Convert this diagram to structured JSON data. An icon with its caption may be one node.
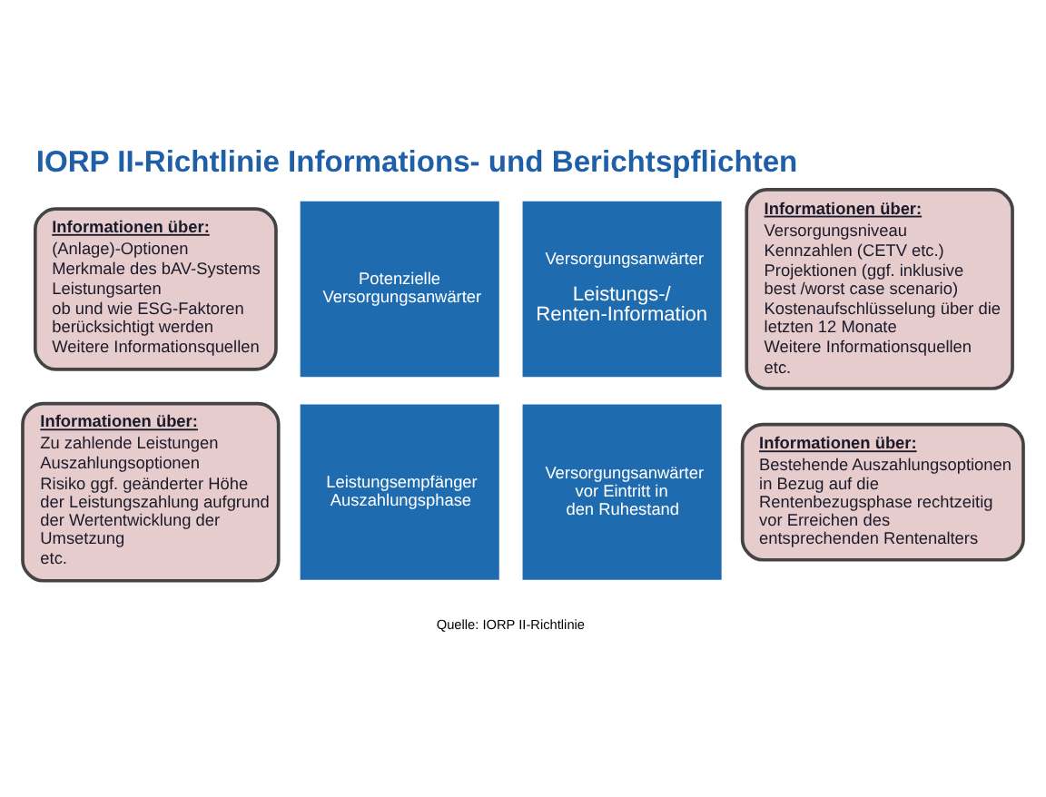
{
  "diagram": {
    "title": "IORP II-Richtlinie Informations- und Berichtspflichten",
    "caption": "Quelle: IORP II-Richtlinie",
    "nodes": [
      {
        "text": [
          "Informationen über:",
          "(Anlage)-Optionen",
          "Merkmale des bAV-Systems",
          "Leistungsarten",
          "ob und wie ESG-Faktoren berücksichtigt werden",
          "Weitere Informationsquellen"
        ]
      },
      {
        "text": [
          "Informationen über:",
          "Versorgungsniveau",
          "Kennzahlen (CETV etc.)",
          "Projektionen (ggf. inklusive best /worst case scenario)",
          "Kostenaufschlüsselung über die letzten 12 Monate",
          "Weitere Informationsquellen",
          "etc."
        ]
      },
      {
        "text": [
          "Potenzielle Versorgungsanwärter"
        ]
      },
      {
        "text": [
          "Versorgungsanwärter",
          "Leistungs-/ Renten-Information"
        ]
      },
      {
        "text": [
          "Leistungsempfänger Auszahlungsphase"
        ]
      },
      {
        "text": [
          "Versorgungsanwärter vor Eintritt in den Ruhestand"
        ]
      },
      {
        "text": [
          "Informationen über:",
          "Zu zahlende Leistungen",
          "Auszahlungsoptionen",
          "Risiko ggf. geänderter Höhe der Leistungszahlung aufgrund der Wertentwicklung der Umsetzung",
          "etc."
        ]
      },
      {
        "text": [
          "Informationen über:",
          "Bestehende Auszahlungsoptionen in Bezug auf die Rentenbezugsphase rechtzeitig vor Erreichen des entsprechenden Rentenalters"
        ]
      }
    ],
    "edges": []
  }
}
